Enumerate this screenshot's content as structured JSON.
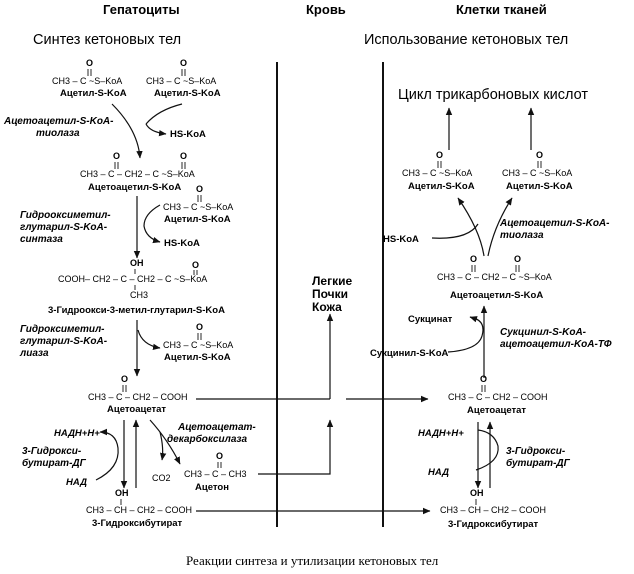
{
  "headers": {
    "hepatocytes": "Гепатоциты",
    "blood": "Кровь",
    "tissues": "Клетки тканей"
  },
  "subtitles": {
    "synthesis": "Синтез кетоновых тел",
    "utilization": "Использование кетоновых тел"
  },
  "formulas": {
    "acetyl": "CH3 – C ~S–KoA",
    "acetoacetyl": "CH3 – C – CH2 – C ~S–KoA",
    "hmg": "COOH– CH2 – C – CH2 – C ~S–KoA",
    "acetoacetate": "CH3 – C – CH2 – COOH",
    "hydroxybutyrate": "CH3 – CH – CH2 – COOH",
    "acetone": "CH3 – C – CH3",
    "co2": "CO2",
    "o": "O",
    "oh": "OH",
    "ch3": "CH3"
  },
  "names": {
    "acetyl_coa": "Ацетил-S-KoA",
    "acetoacetyl_coa": "Ацетоацетил-S-KoA",
    "hmg_coa": "3-Гидроокси-3-метил-глутарил-S-KoA",
    "acetoacetate": "Ацетоацетат",
    "acetone": "Ацетон",
    "hydroxybutyrate": "3-Гидроксибутират",
    "hs_koa": "HS-KoA",
    "tca": "Цикл трикарбоновых кислот",
    "succinate": "Сукцинат",
    "succinyl_coa": "Сукцинил-S-KoA",
    "nadh": "НАДН+Н+",
    "nad": "НАД"
  },
  "enzymes": {
    "thiolase_l1": "Ацетоацетил-S-KoA-",
    "thiolase_l2": "тиолаза",
    "hmgsynth_l1": "Гидрооксиметил-",
    "hmgsynth_l2": "глутарил-S-KoA-",
    "hmgsynth_l3": "синтаза",
    "hmglyase_l1": "Гидроксиметил-",
    "hmglyase_l2": "глутарил-S-KoA-",
    "hmglyase_l3": "лиаза",
    "decarb_l1": "Ацетоацетат-",
    "decarb_l2": "декарбоксилаза",
    "bhbdh_l1": "3-Гидрокси-",
    "bhbdh_l2": "бутират-ДГ",
    "transferase_l1": "Сукцинил-S-KoA-",
    "transferase_l2": "ацетоацетил-KoA-ТФ"
  },
  "organs": [
    "Легкие",
    "Почки",
    "Кожа"
  ],
  "caption": "Реакции синтеза и утилизации кетоновых тел"
}
